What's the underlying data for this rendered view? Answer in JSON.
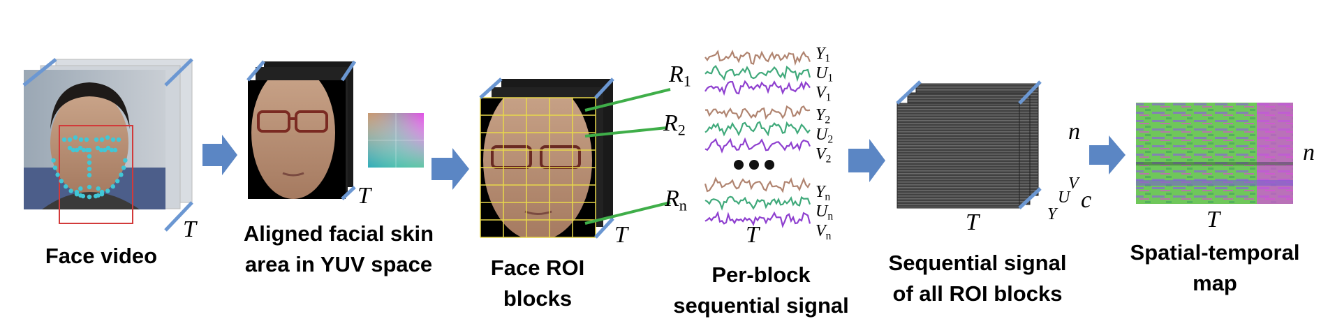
{
  "captions": {
    "face_video": "Face video",
    "aligned_line1": "Aligned facial skin",
    "aligned_line2": "area in YUV space",
    "roi_line1": "Face ROI",
    "roi_line2": "blocks",
    "perblock_line1": "Per-block",
    "perblock_line2": "sequential signal",
    "seq_line1": "Sequential signal",
    "seq_line2": "of all ROI blocks",
    "map_line1": "Spatial-temporal",
    "map_line2": "map"
  },
  "symbols": {
    "T": "T",
    "n": "n",
    "c": "c",
    "Y": "Y",
    "U": "U",
    "V": "V",
    "R": "R",
    "R_sub_1": "1",
    "R_sub_2": "2",
    "R_sub_n": "n",
    "sub_1": "1",
    "sub_2": "2",
    "sub_n": "n",
    "ellipsis": "•••"
  },
  "colors": {
    "arrow": "#5b86c4",
    "connector_green": "#3fae49",
    "cube_edge": "#6b97d2",
    "signal_y": "#b08470",
    "signal_u": "#3fa97a",
    "signal_v": "#8e3fcf",
    "grid_yellow": "#e8d84a",
    "landmark": "#41c7d6",
    "face_box": "#d23a3a"
  }
}
